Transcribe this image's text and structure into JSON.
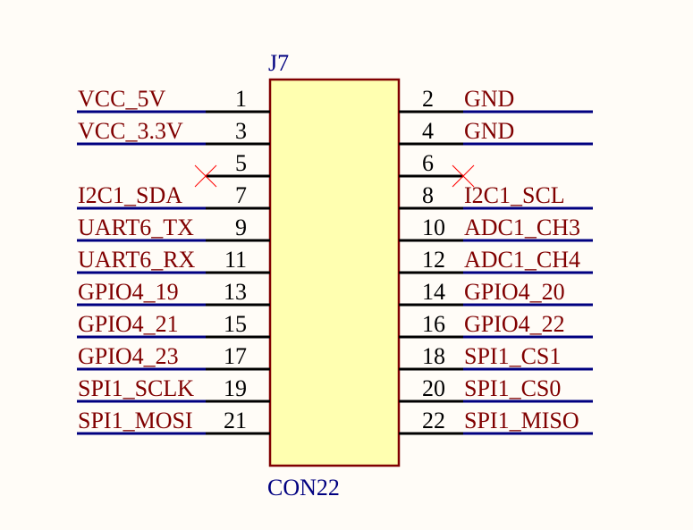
{
  "component": {
    "designator": "J7",
    "part": "CON22"
  },
  "colors": {
    "background": "#fffcf7",
    "body_fill": "#ffffb0",
    "body_stroke": "#800000",
    "pin_line": "#000000",
    "net_wire": "#000080",
    "net_label": "#800000",
    "designator_text": "#000080",
    "no_connect": "#ff0000"
  },
  "pins": {
    "left": [
      {
        "number": "1",
        "net": "VCC_5V"
      },
      {
        "number": "3",
        "net": "VCC_3.3V"
      },
      {
        "number": "5",
        "net": "",
        "no_connect": true
      },
      {
        "number": "7",
        "net": "I2C1_SDA"
      },
      {
        "number": "9",
        "net": "UART6_TX"
      },
      {
        "number": "11",
        "net": "UART6_RX"
      },
      {
        "number": "13",
        "net": "GPIO4_19"
      },
      {
        "number": "15",
        "net": "GPIO4_21"
      },
      {
        "number": "17",
        "net": "GPIO4_23"
      },
      {
        "number": "19",
        "net": "SPI1_SCLK"
      },
      {
        "number": "21",
        "net": "SPI1_MOSI"
      }
    ],
    "right": [
      {
        "number": "2",
        "net": "GND"
      },
      {
        "number": "4",
        "net": "GND"
      },
      {
        "number": "6",
        "net": "",
        "no_connect": true
      },
      {
        "number": "8",
        "net": "I2C1_SCL"
      },
      {
        "number": "10",
        "net": "ADC1_CH3"
      },
      {
        "number": "12",
        "net": "ADC1_CH4"
      },
      {
        "number": "14",
        "net": "GPIO4_20"
      },
      {
        "number": "16",
        "net": "GPIO4_22"
      },
      {
        "number": "18",
        "net": "SPI1_CS1"
      },
      {
        "number": "20",
        "net": "SPI1_CS0"
      },
      {
        "number": "22",
        "net": "SPI1_MISO"
      }
    ]
  }
}
